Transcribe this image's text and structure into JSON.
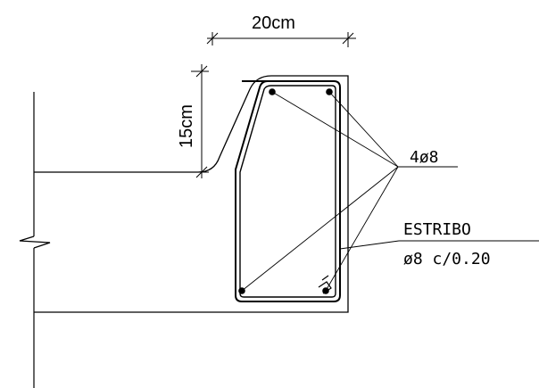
{
  "dimensions": {
    "width_label": "20cm",
    "height_label": "15cm"
  },
  "annotations": {
    "bars_label": "4ø8",
    "stirrup_title": "ESTRIBO",
    "stirrup_spec": "ø8 c/0.20"
  }
}
